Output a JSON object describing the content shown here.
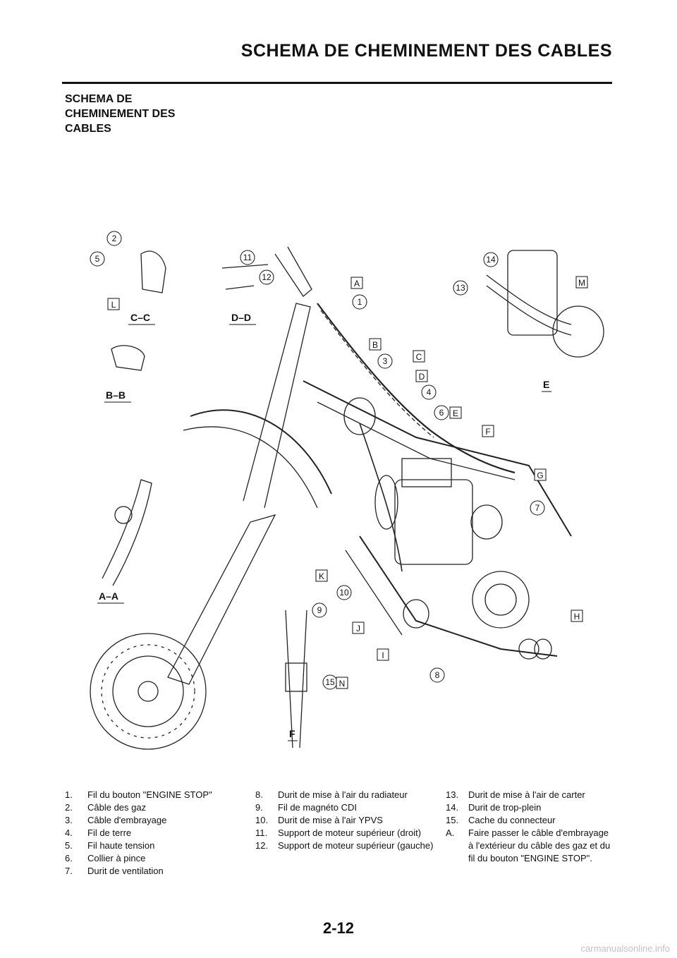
{
  "header": {
    "title": "SCHEMA DE CHEMINEMENT DES CABLES"
  },
  "section": {
    "title": "SCHEMA DE CHEMINEMENT DES CABLES"
  },
  "figure": {
    "views": [
      "C–C",
      "D–D",
      "B–B",
      "A–A",
      "E",
      "F"
    ],
    "callout_numbers": [
      "1",
      "2",
      "3",
      "4",
      "5",
      "6",
      "7",
      "8",
      "9",
      "10",
      "11",
      "12",
      "13",
      "14",
      "15"
    ],
    "callout_letters": [
      "A",
      "B",
      "C",
      "D",
      "E",
      "F",
      "G",
      "H",
      "I",
      "J",
      "K",
      "L",
      "M",
      "N"
    ]
  },
  "legend": {
    "col1": [
      {
        "num": "1.",
        "text": "Fil du bouton \"ENGINE STOP\""
      },
      {
        "num": "2.",
        "text": "Câble des gaz"
      },
      {
        "num": "3.",
        "text": "Câble d'embrayage"
      },
      {
        "num": "4.",
        "text": "Fil de terre"
      },
      {
        "num": "5.",
        "text": "Fil haute tension"
      },
      {
        "num": "6.",
        "text": "Collier à pince"
      },
      {
        "num": "7.",
        "text": "Durit de ventilation"
      }
    ],
    "col2": [
      {
        "num": "8.",
        "text": "Durit de mise à l'air du radiateur"
      },
      {
        "num": "9.",
        "text": "Fil de magnéto CDI"
      },
      {
        "num": "10.",
        "text": "Durit de mise à l'air YPVS"
      },
      {
        "num": "11.",
        "text": "Support de moteur supérieur (droit)"
      },
      {
        "num": "12.",
        "text": "Support de moteur supérieur (gauche)"
      }
    ],
    "col3": [
      {
        "num": "13.",
        "text": "Durit de mise à l'air de carter"
      },
      {
        "num": "14.",
        "text": "Durit de trop-plein"
      },
      {
        "num": "15.",
        "text": "Cache du connecteur"
      },
      {
        "num": "A.",
        "text": "Faire passer le câble d'embrayage à l'extérieur du câble des gaz et du fil du bouton \"ENGINE STOP\"."
      }
    ]
  },
  "page": {
    "number": "2-12"
  },
  "watermark": {
    "text": "carmanualsonline.info"
  }
}
